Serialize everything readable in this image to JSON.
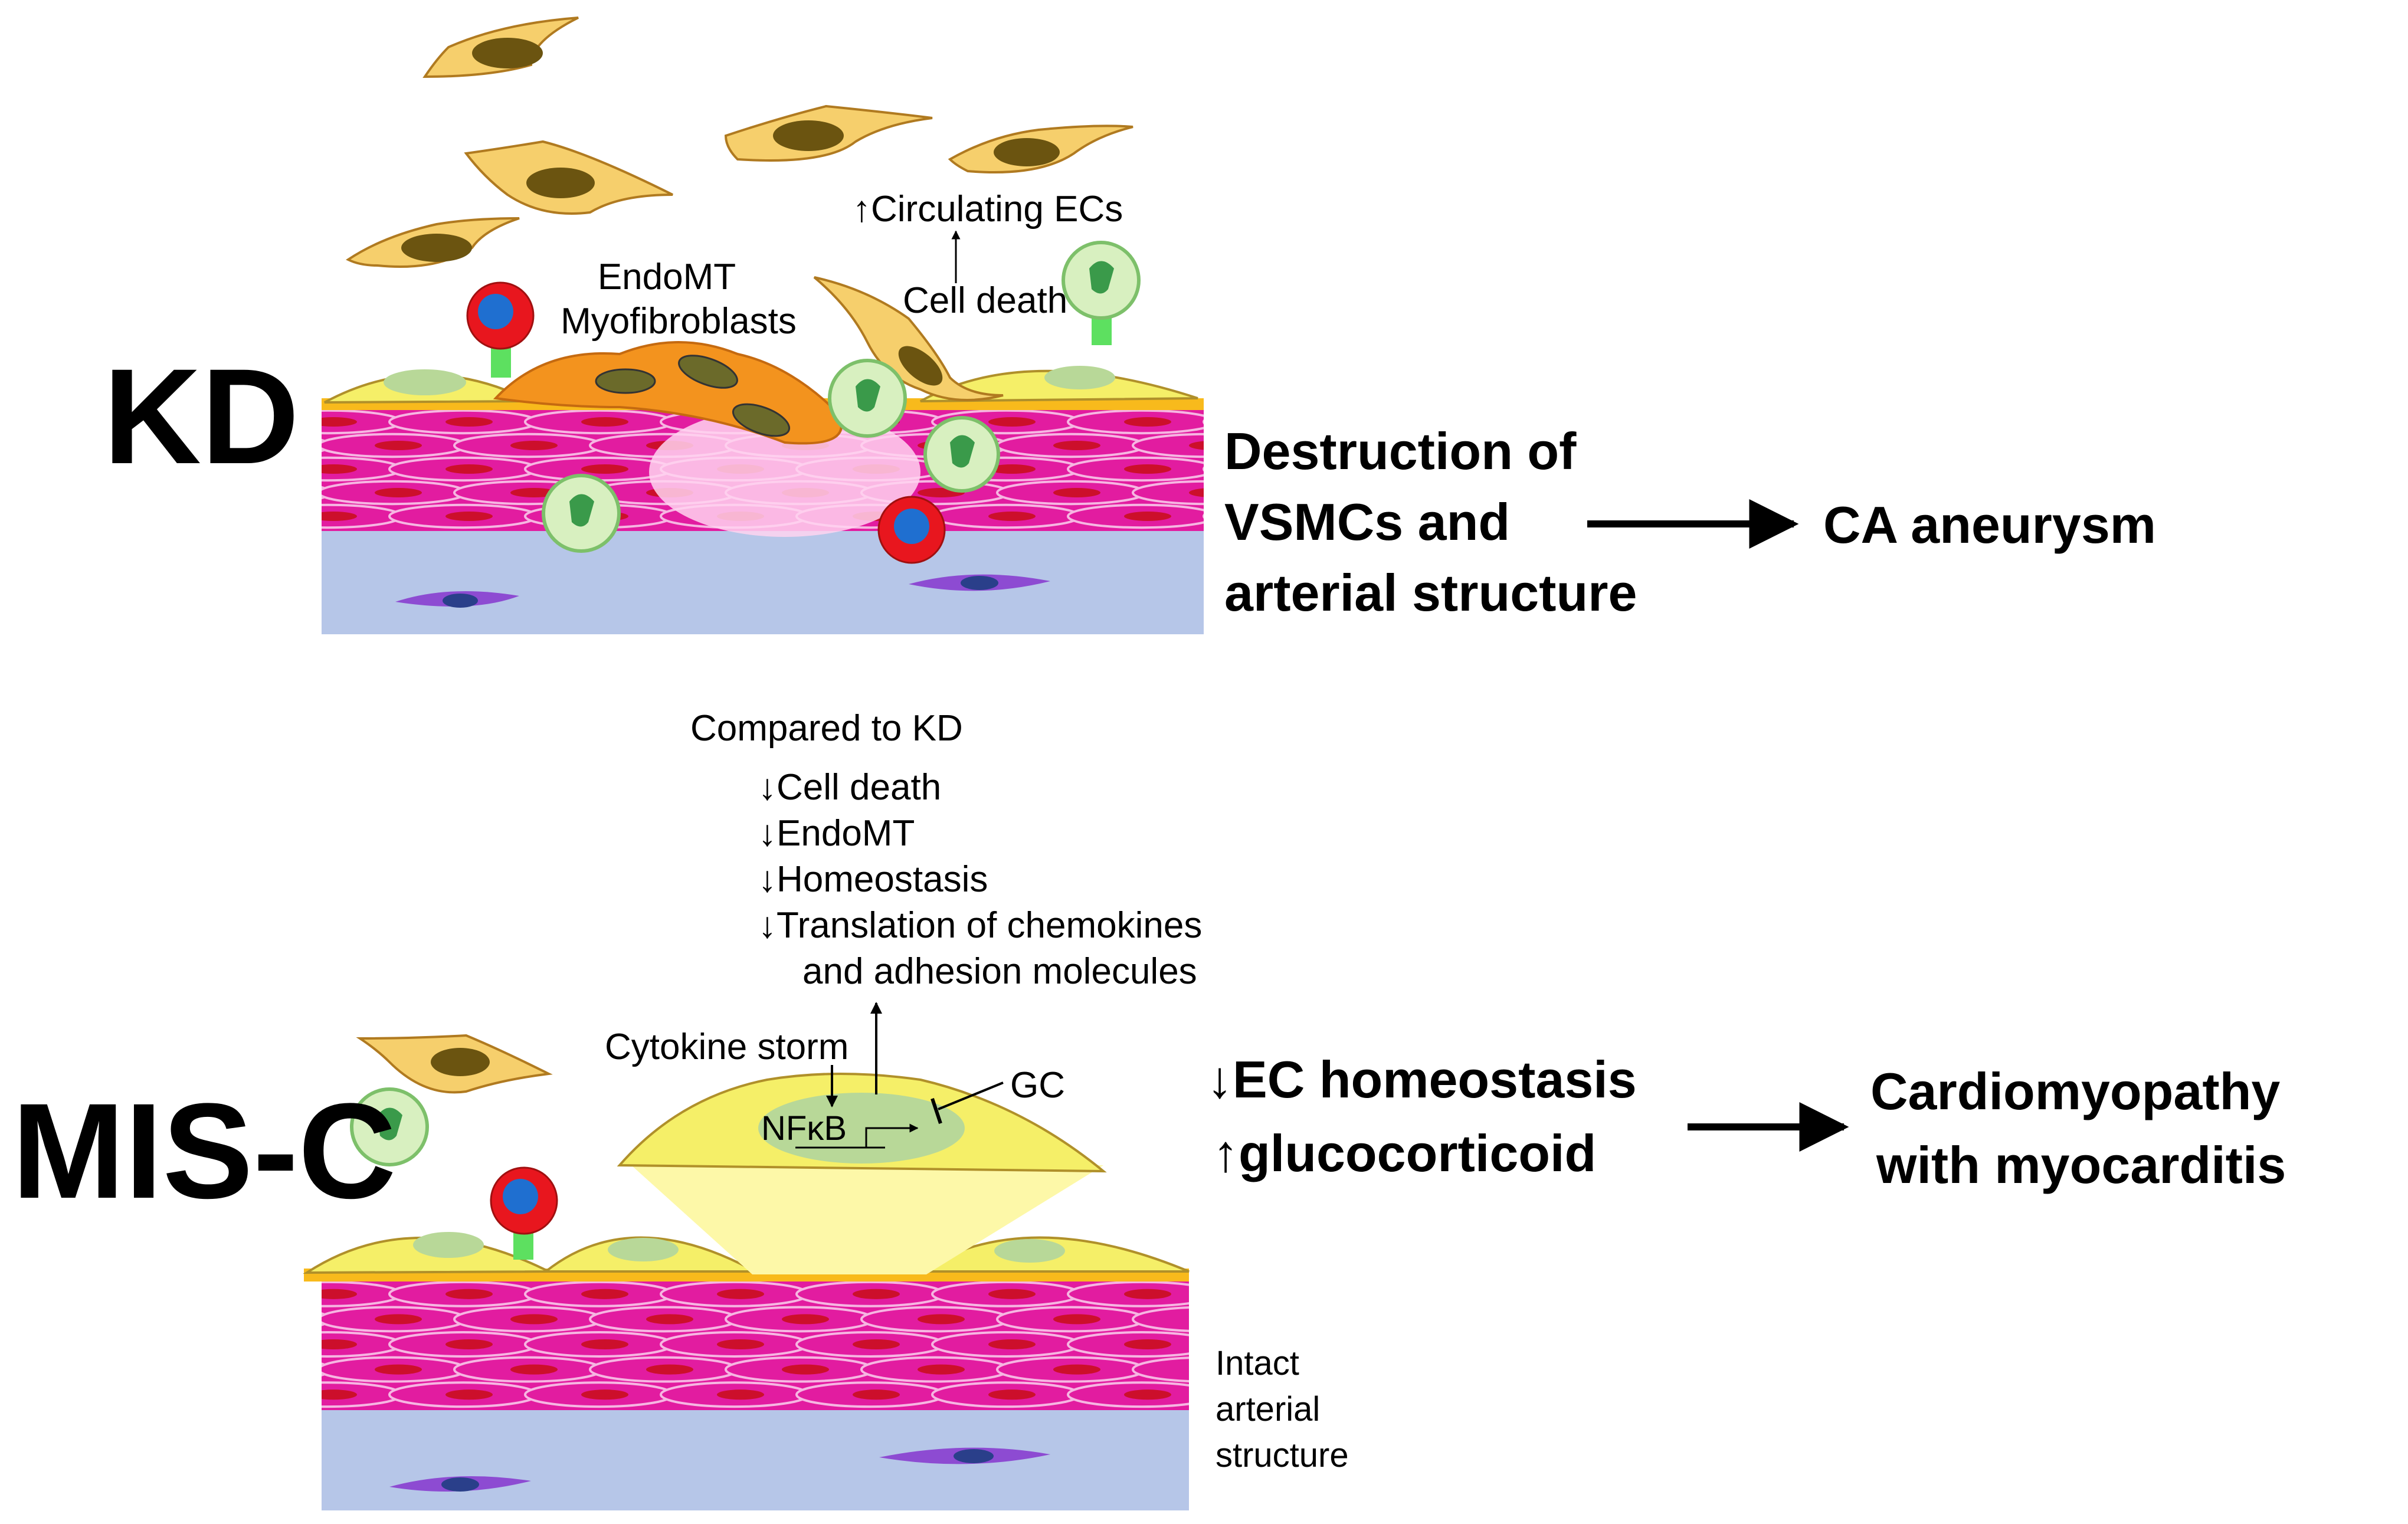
{
  "kd": {
    "title": "KD",
    "endomt": "EndoMT",
    "myofibroblasts": "Myofibroblasts",
    "circulating": "↑Circulating ECs",
    "cell_death": "Cell death",
    "outcome_lines": [
      "Destruction of",
      "VSMCs and",
      "arterial structure"
    ],
    "result": "CA aneurysm"
  },
  "misc": {
    "title": "MIS-C",
    "compared": "Compared to KD",
    "changes": [
      "↓Cell death",
      "↓EndoMT",
      "↓Homeostasis",
      "↓Translation of chemokines",
      "and adhesion molecules"
    ],
    "cytokine": "Cytokine storm",
    "gc": "GC",
    "nfkb": "NFκB",
    "outcome_lines": [
      "↓EC homeostasis",
      "↑glucocorticoid"
    ],
    "result_lines": [
      "Cardiomyopathy",
      "with myocarditis"
    ],
    "intact_lines": [
      "Intact",
      "arterial",
      "structure"
    ]
  },
  "colors": {
    "endothelial": "#f5ef68",
    "elastic_lamina": "#f8ba1c",
    "smooth_muscle": "#e21ca0",
    "smc_nucleus": "#cc0f2b",
    "adventitia": "#b6c6e8",
    "fibroblast": "#8d4bd2",
    "circulating_ec": "#f6cf6c",
    "myofibroblast": "#f3931e",
    "monocyte_red": "#e8161e",
    "monocyte_blue": "#1f6fd0",
    "neutrophil_green": "#3a9a4a"
  }
}
